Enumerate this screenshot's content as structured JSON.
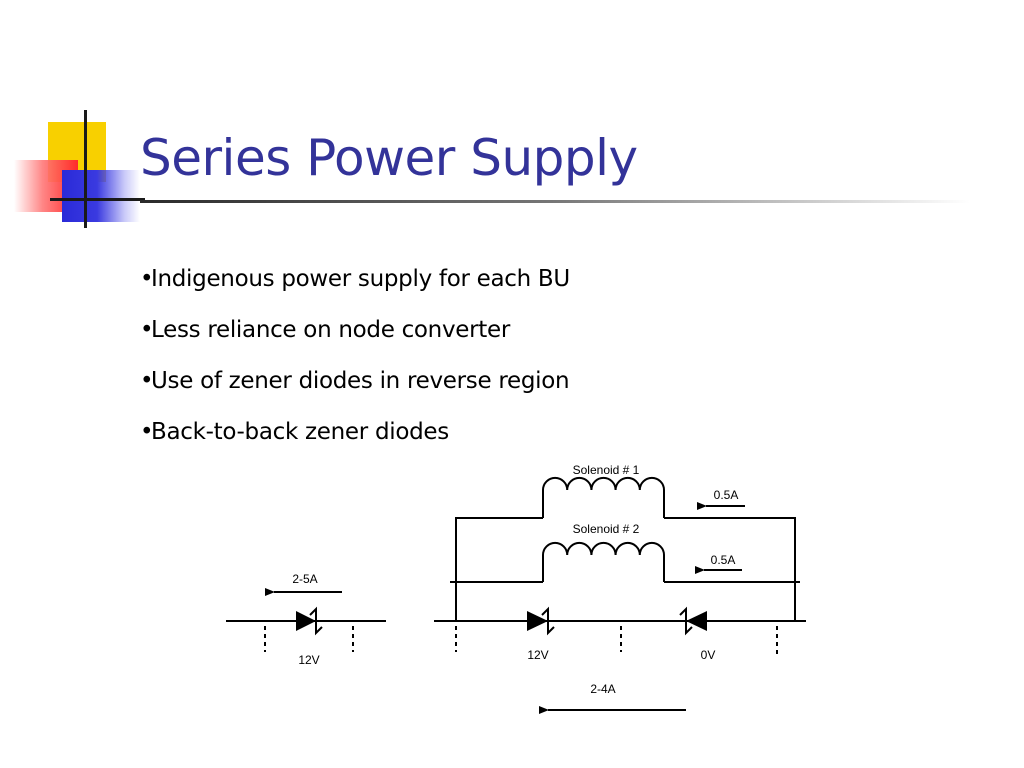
{
  "slide": {
    "title": "Series Power Supply",
    "bullets": [
      {
        "marker": "•",
        "text": "Indigenous power supply for each BU"
      },
      {
        "marker": "•",
        "text": "Less reliance on node converter"
      },
      {
        "marker": "•",
        "text": "Use of zener diodes in reverse region"
      },
      {
        "marker": "•",
        "text": "Back-to-back zener diodes"
      }
    ],
    "title_color": "#333399"
  },
  "diagram": {
    "solenoid_1": "Solenoid # 1",
    "solenoid_2": "Solenoid # 2",
    "current_solenoid_1": "0.5A",
    "current_solenoid_2": "0.5A",
    "single_zener_current": "2-5A",
    "single_zener_voltage": "12V",
    "pair_zener_voltage_left": "12V",
    "pair_zener_voltage_right": "0V",
    "pair_current": "2-4A"
  }
}
